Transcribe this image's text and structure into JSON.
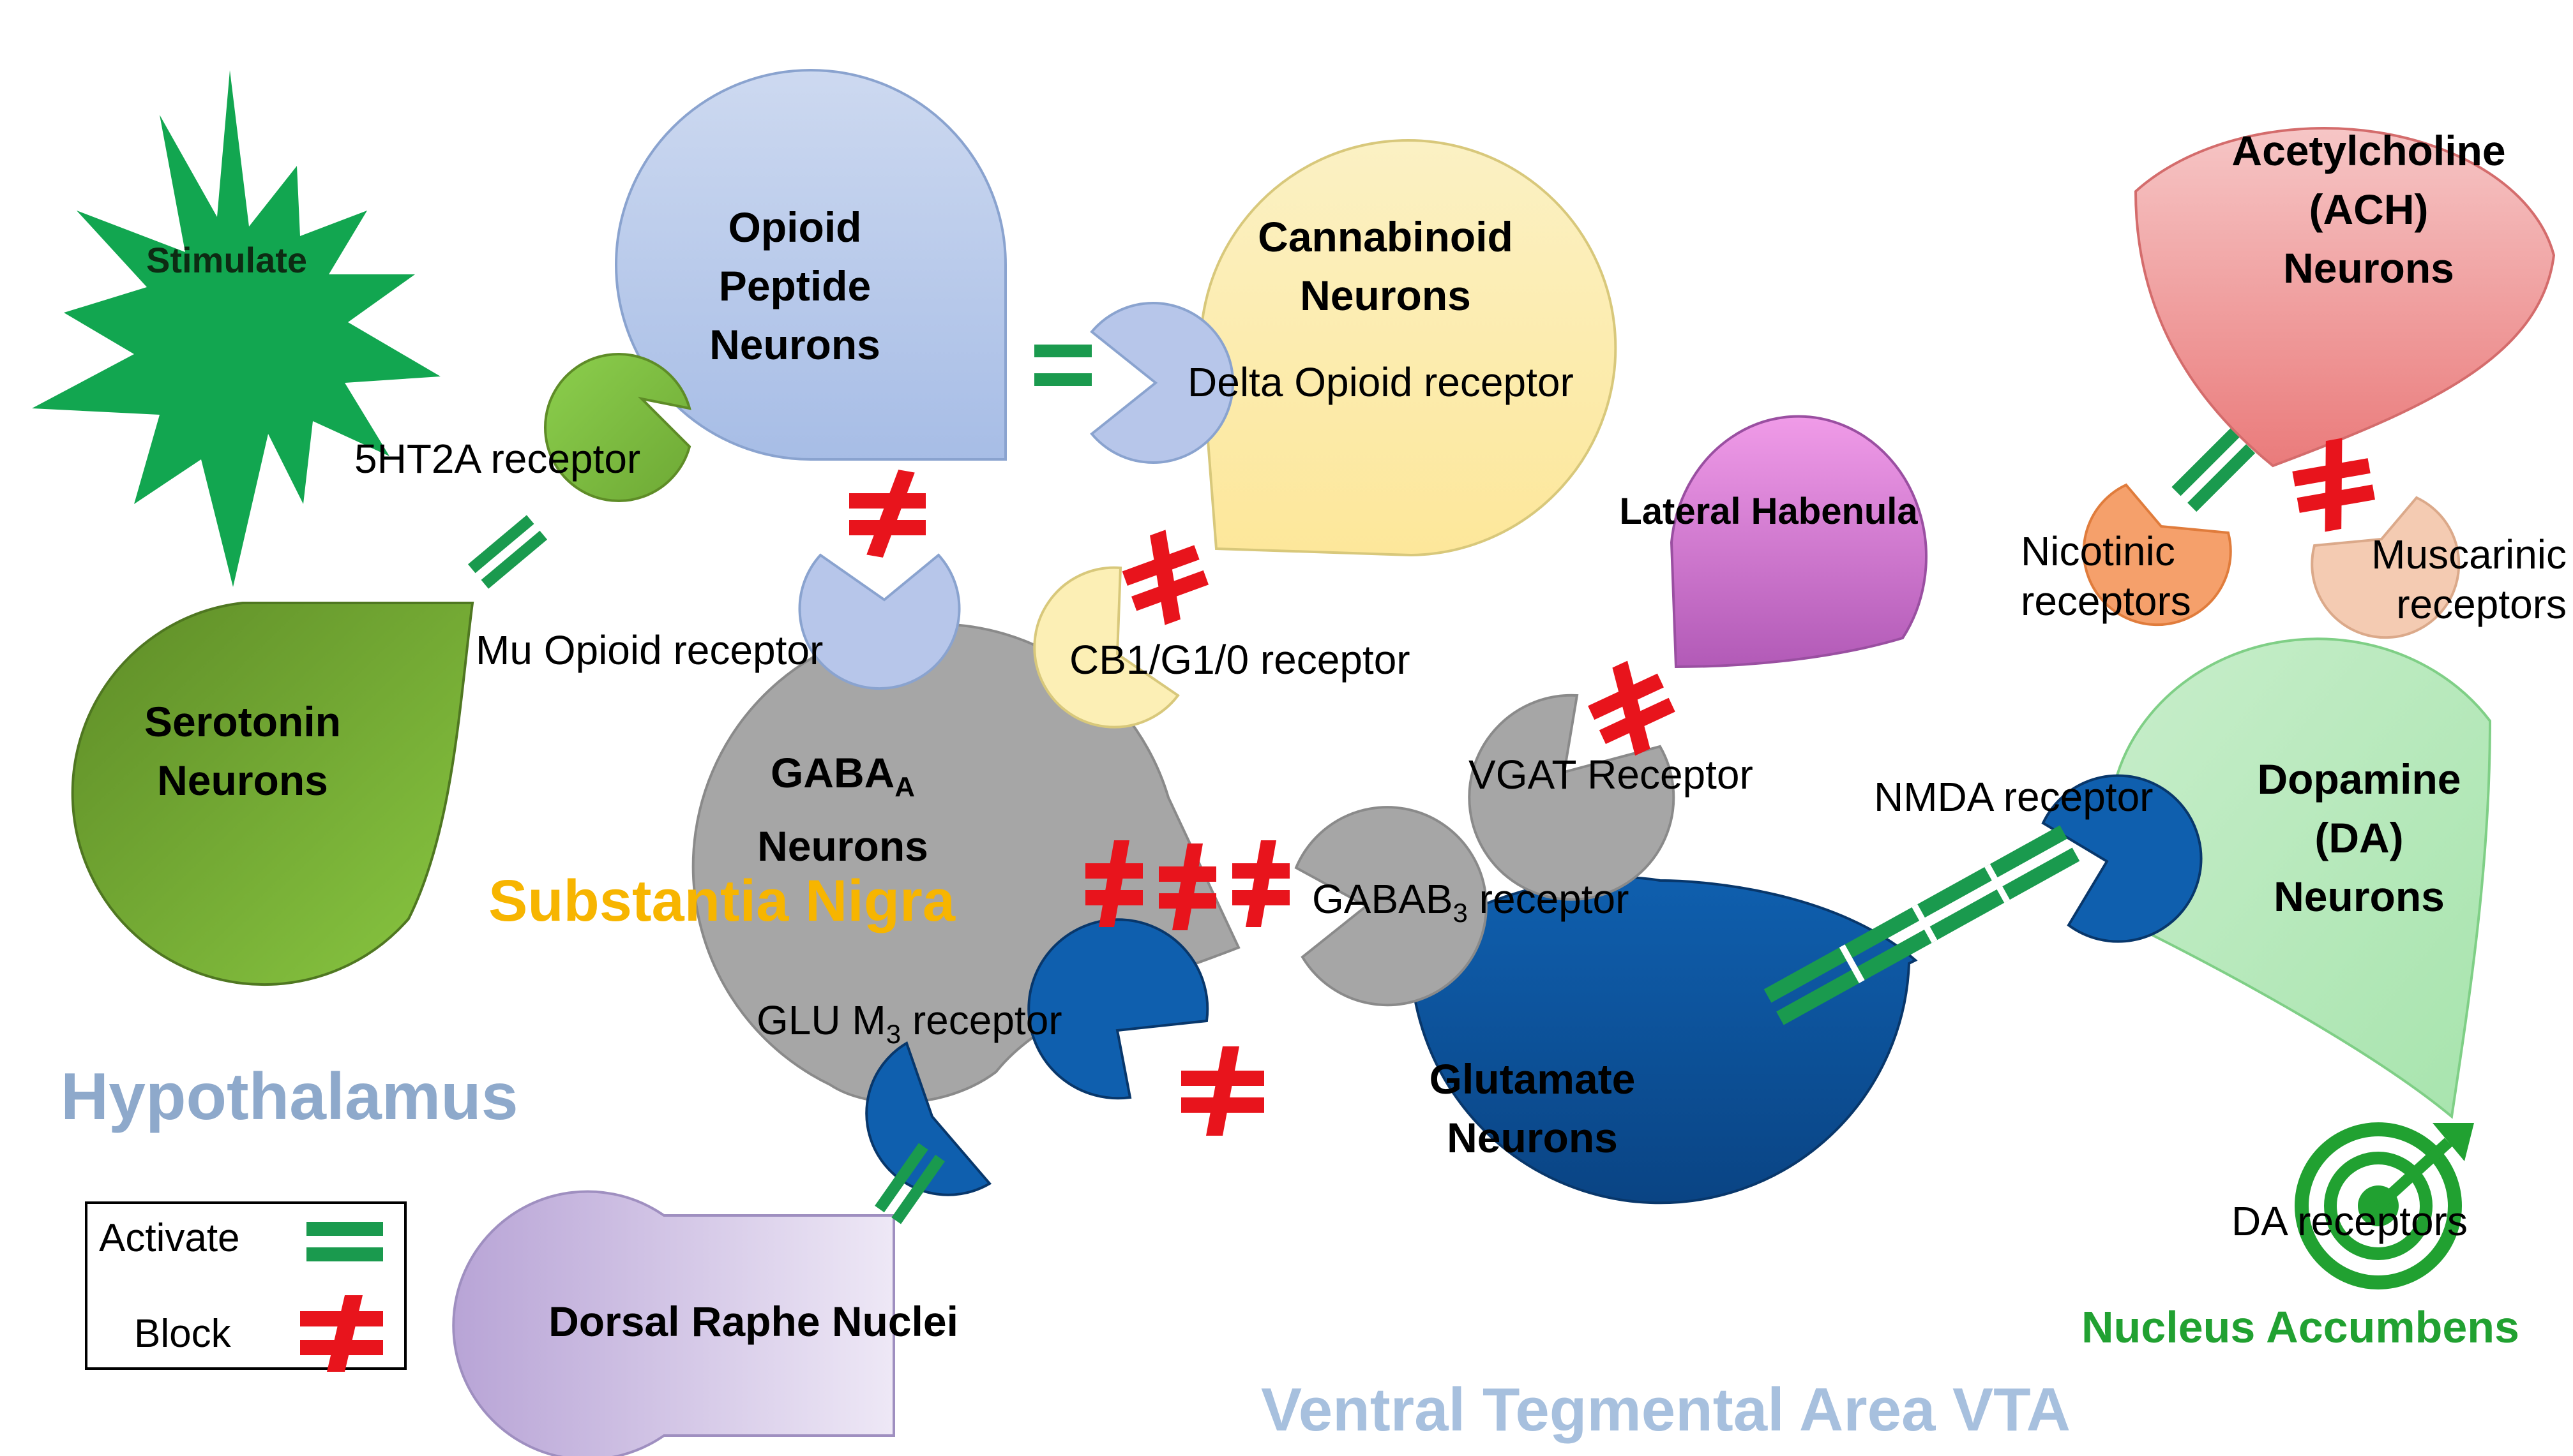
{
  "neurons": {
    "stimulate": "Stimulate",
    "opioid": [
      "Opioid",
      "Peptide",
      "Neurons"
    ],
    "cannabinoid": [
      "Cannabinoid",
      "Neurons"
    ],
    "acetylcholine": [
      "Acetylcholine",
      "(ACH)",
      "Neurons"
    ],
    "lateral_habenula": "Lateral Habenula",
    "serotonin": [
      "Serotonin",
      "Neurons"
    ],
    "gaba": {
      "main": "GABA",
      "sub": "A",
      "line2": "Neurons"
    },
    "dopamine": [
      "Dopamine",
      "(DA)",
      "Neurons"
    ],
    "glutamate": [
      "Glutamate",
      "Neurons"
    ],
    "dorsal_raphe": "Dorsal Raphe Nuclei"
  },
  "receptors": {
    "ht2a": "5HT2A receptor",
    "delta": "Delta Opioid receptor",
    "mu": "Mu Opioid receptor",
    "cb1": "CB1/G1/0 receptor",
    "nicotinic": [
      "Nicotinic",
      "receptors"
    ],
    "muscarinic": [
      "Muscarinic",
      "receptors"
    ],
    "vgat": "VGAT Receptor",
    "nmda": "NMDA receptor",
    "gabab": {
      "main": "GABAB",
      "sub": "3",
      "rest": " receptor"
    },
    "glu": {
      "main": "GLU M",
      "sub": "3",
      "rest": " receptor"
    },
    "da": "DA receptors"
  },
  "regions": {
    "substantia_nigra": "Substantia Nigra",
    "hypothalamus": "Hypothalamus",
    "vta": "Ventral Tegmental Area VTA",
    "nucleus_accumbens": "Nucleus Accumbens"
  },
  "legend": {
    "activate": "Activate",
    "block": "Block"
  },
  "colors": {
    "activate": "#1a9a4e",
    "block": "#e8141c",
    "substantia_nigra": "#f7b500",
    "hypothalamus": "#8ea9cb",
    "vta": "#a7c0de",
    "nucleus_accumbens": "#21a131"
  }
}
